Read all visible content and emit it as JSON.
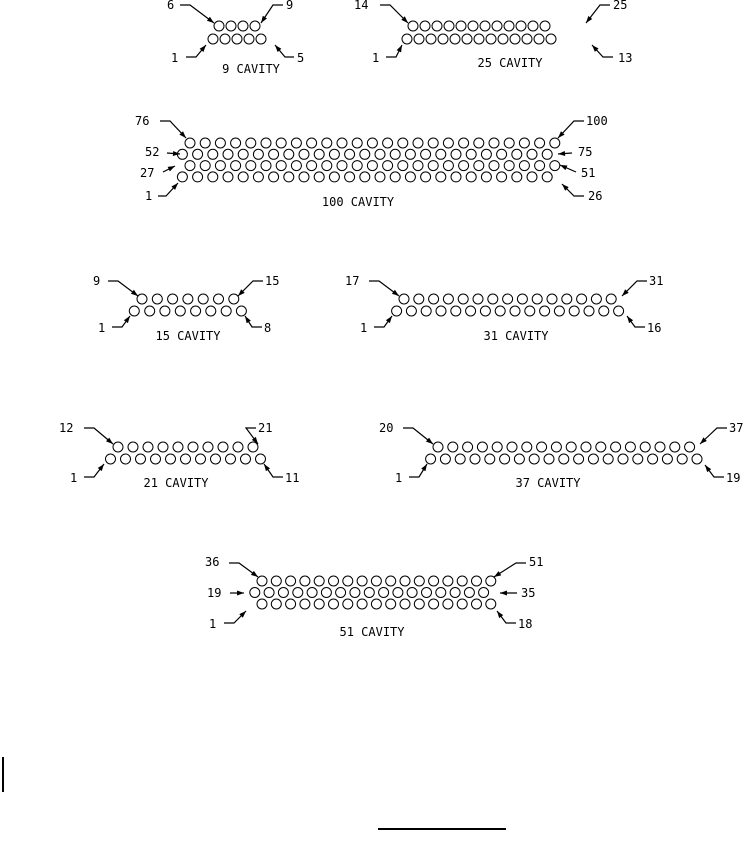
{
  "connectors": [
    {
      "id": "9-cavity",
      "caption": "9 CAVITY",
      "rows": [
        4,
        5
      ],
      "labels": {
        "top_left": "6",
        "top_right": "9",
        "bottom_left": "1",
        "bottom_right": "5"
      }
    },
    {
      "id": "25-cavity",
      "caption": "25 CAVITY",
      "rows": [
        12,
        13
      ],
      "labels": {
        "top_left": "14",
        "top_right": "25",
        "bottom_left": "1",
        "bottom_right": "13"
      }
    },
    {
      "id": "100-cavity",
      "caption": "100 CAVITY",
      "rows": [
        25,
        25,
        25,
        25
      ],
      "labels": {
        "row1_left": "76",
        "row1_right": "100",
        "row2_left": "52",
        "row2_right": "75",
        "row3_left": "27",
        "row3_right": "51",
        "row4_left": "1",
        "row4_right": "26"
      }
    },
    {
      "id": "15-cavity",
      "caption": "15 CAVITY",
      "rows": [
        7,
        8
      ],
      "labels": {
        "top_left": "9",
        "top_right": "15",
        "bottom_left": "1",
        "bottom_right": "8"
      }
    },
    {
      "id": "31-cavity",
      "caption": "31 CAVITY",
      "rows": [
        15,
        16
      ],
      "labels": {
        "top_left": "17",
        "top_right": "31",
        "bottom_left": "1",
        "bottom_right": "16"
      }
    },
    {
      "id": "21-cavity",
      "caption": "21 CAVITY",
      "rows": [
        10,
        11
      ],
      "labels": {
        "top_left": "12",
        "top_right": "21",
        "bottom_left": "1",
        "bottom_right": "11"
      }
    },
    {
      "id": "37-cavity",
      "caption": "37 CAVITY",
      "rows": [
        18,
        19
      ],
      "labels": {
        "top_left": "20",
        "top_right": "37",
        "bottom_left": "1",
        "bottom_right": "19"
      }
    },
    {
      "id": "51-cavity",
      "caption": "51 CAVITY",
      "rows": [
        17,
        17,
        17
      ],
      "labels": {
        "row1_left": "36",
        "row1_right": "51",
        "row2_left": "19",
        "row2_right": "35",
        "row3_left": "1",
        "row3_right": "18"
      }
    }
  ]
}
